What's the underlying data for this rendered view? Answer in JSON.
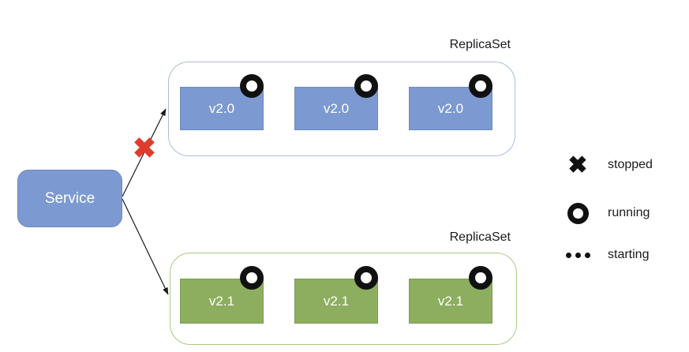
{
  "service": {
    "label": "Service"
  },
  "replicaset_top": {
    "label": "ReplicaSet",
    "pods": [
      {
        "label": "v2.0",
        "status": "running"
      },
      {
        "label": "v2.0",
        "status": "running"
      },
      {
        "label": "v2.0",
        "status": "running"
      }
    ]
  },
  "replicaset_bottom": {
    "label": "ReplicaSet",
    "pods": [
      {
        "label": "v2.1",
        "status": "running"
      },
      {
        "label": "v2.1",
        "status": "running"
      },
      {
        "label": "v2.1",
        "status": "running"
      }
    ]
  },
  "connections": {
    "service_to_v20": "stopped",
    "service_to_v21": "running"
  },
  "icons": {
    "x_mark": "✖"
  },
  "legend": {
    "items": [
      {
        "icon": "x-mark-icon",
        "label": "stopped"
      },
      {
        "icon": "ring-icon",
        "label": "running"
      },
      {
        "icon": "dots-icon",
        "label": "starting"
      }
    ]
  },
  "colors": {
    "pod_blue_fill": "#7C9AD1",
    "pod_blue_border": "#6E89BC",
    "pod_green_fill": "#8DAE5E",
    "pod_green_border": "#7C9C50",
    "container_blue_border": "#A9BDDB",
    "container_green_border": "#A7CA82",
    "stopped_red": "#E03C2D",
    "status_icon_black": "#111111",
    "text_black": "#1a1a1a",
    "pod_text_white": "#ffffff"
  }
}
